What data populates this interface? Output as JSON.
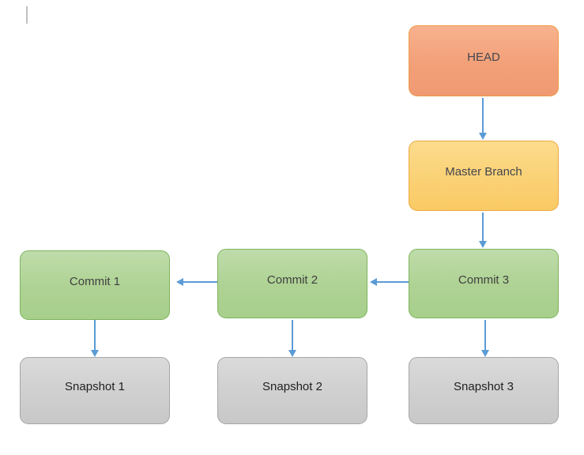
{
  "diagram": {
    "background": "#ffffff",
    "arrow_color": "#5b9bd5",
    "nodes": {
      "head": {
        "label": "HEAD",
        "fill": "#f5a982",
        "border": "#ee9c47",
        "text_color": "#44464e"
      },
      "master": {
        "label": "Master Branch",
        "fill": "#fad37a",
        "border": "#eda940",
        "text_color": "#44464e"
      },
      "commit3": {
        "label": "Commit 3",
        "fill": "#b2d597",
        "border": "#7eb45e",
        "text_color": "#404040"
      },
      "commit2": {
        "label": "Commit 2",
        "fill": "#b2d597",
        "border": "#7eb45e",
        "text_color": "#404040"
      },
      "commit1": {
        "label": "Commit 1",
        "fill": "#b2d597",
        "border": "#7eb45e",
        "text_color": "#404040"
      },
      "snapshot3": {
        "label": "Snapshot 3",
        "fill": "#d1d1d1",
        "border": "#a6a6a6",
        "text_color": "#1f1f1f"
      },
      "snapshot2": {
        "label": "Snapshot 2",
        "fill": "#d1d1d1",
        "border": "#a6a6a6",
        "text_color": "#1f1f1f"
      },
      "snapshot1": {
        "label": "Snapshot 1",
        "fill": "#d1d1d1",
        "border": "#a6a6a6",
        "text_color": "#1f1f1f"
      }
    },
    "edges": [
      {
        "from": "HEAD",
        "to": "Master Branch",
        "direction": "down"
      },
      {
        "from": "Master Branch",
        "to": "Commit 3",
        "direction": "down"
      },
      {
        "from": "Commit 3",
        "to": "Commit 2",
        "direction": "left"
      },
      {
        "from": "Commit 2",
        "to": "Commit 1",
        "direction": "left"
      },
      {
        "from": "Commit 3",
        "to": "Snapshot 3",
        "direction": "down"
      },
      {
        "from": "Commit 2",
        "to": "Snapshot 2",
        "direction": "down"
      },
      {
        "from": "Commit 1",
        "to": "Snapshot 1",
        "direction": "down"
      }
    ]
  }
}
